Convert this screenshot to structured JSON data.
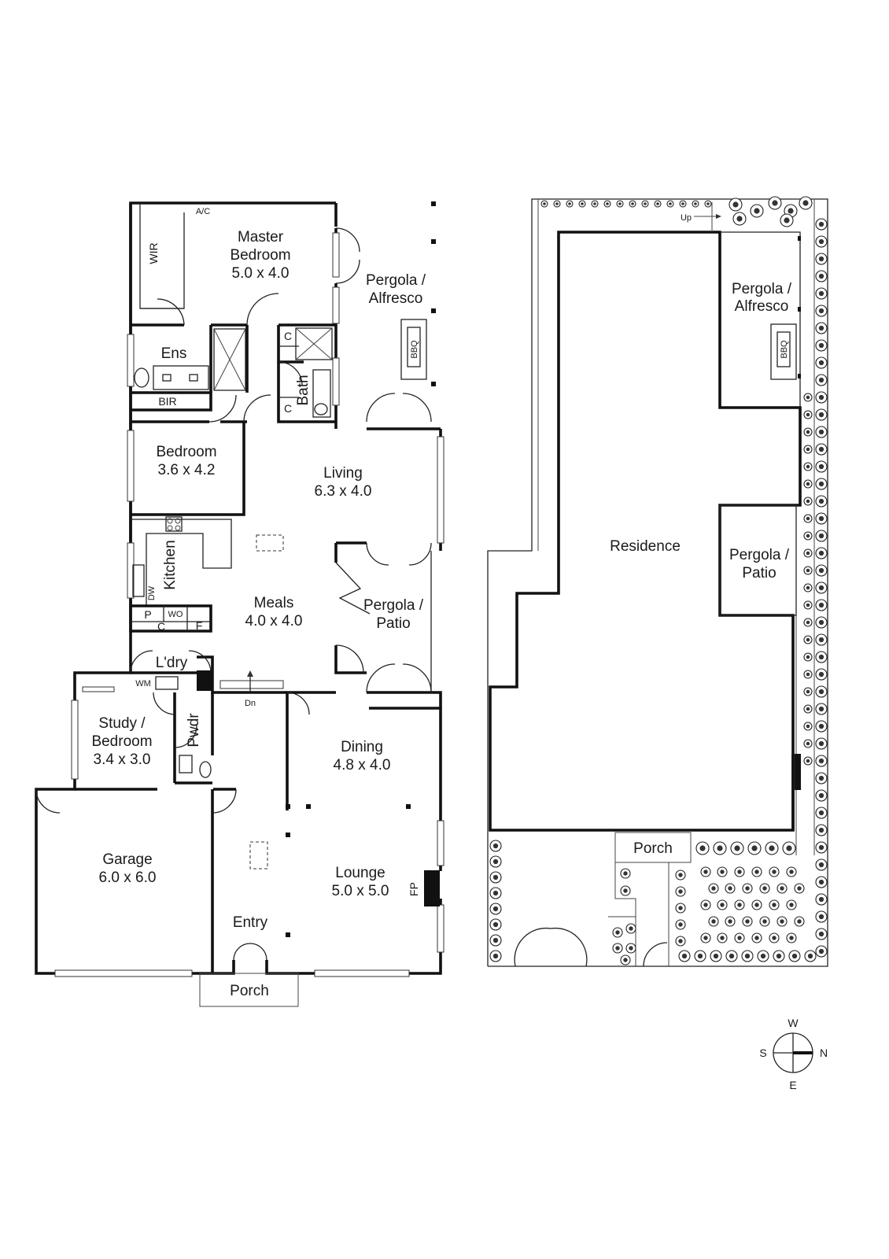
{
  "ground_floor": {
    "rooms": {
      "wir": "WIR",
      "ac": "A/C",
      "master_name_1": "Master",
      "master_name_2": "Bedroom",
      "master_dims": "5.0 x 4.0",
      "pergola_alfresco_1": "Pergola /",
      "pergola_alfresco_2": "Alfresco",
      "bbq": "BBQ",
      "ens": "Ens",
      "c_upper": "C",
      "bath": "Bath",
      "c_lower": "C",
      "bir": "BIR",
      "bedroom_name": "Bedroom",
      "bedroom_dims": "3.6 x 4.2",
      "living_name": "Living",
      "living_dims": "6.3 x 4.0",
      "kitchen": "Kitchen",
      "dw": "DW",
      "meals_name": "Meals",
      "meals_dims": "4.0 x 4.0",
      "pergola_patio_1": "Pergola /",
      "pergola_patio_2": "Patio",
      "p": "P",
      "wo": "WO",
      "f": "F",
      "c_kitchen": "C",
      "ldry": "L'dry",
      "wm": "WM",
      "dn": "Dn",
      "study_1": "Study /",
      "study_2": "Bedroom",
      "study_dims": "3.4 x 3.0",
      "pwdr": "Pwdr",
      "dining_name": "Dining",
      "dining_dims": "4.8 x 4.0",
      "garage_name": "Garage",
      "garage_dims": "6.0 x 6.0",
      "lounge_name": "Lounge",
      "lounge_dims": "5.0 x 5.0",
      "fp": "FP",
      "entry": "Entry",
      "porch": "Porch"
    }
  },
  "site_plan": {
    "up": "Up",
    "pergola_alfresco_1": "Pergola /",
    "pergola_alfresco_2": "Alfresco",
    "bbq": "BBQ",
    "residence": "Residence",
    "pergola_patio_1": "Pergola /",
    "pergola_patio_2": "Patio",
    "porch": "Porch"
  },
  "compass": {
    "w": "W",
    "s": "S",
    "n": "N",
    "e": "E"
  }
}
